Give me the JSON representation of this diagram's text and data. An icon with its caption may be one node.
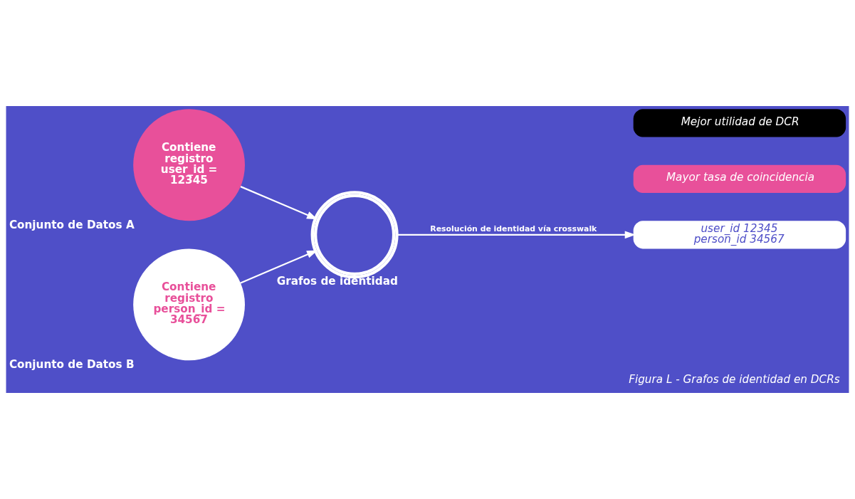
{
  "diagram": {
    "caption": "Figura L - Grafos de identidad en DCRs",
    "nodes": [
      {
        "text": [
          "Contiene registro user_id = 12345"
        ],
        "beside": [
          "Conjunto de Datos A"
        ]
      },
      {
        "text": [
          "Contiene registro person_id = 34567"
        ],
        "beside": [
          "Conjunto de Datos B"
        ]
      },
      {
        "text": [],
        "shape": "picture",
        "beside": [
          "Grafos de identidad"
        ]
      },
      {
        "text": [
          "user_id 12345",
          "person_id 34567"
        ]
      },
      {
        "text": [
          "Mayor tasa de coincidencia"
        ]
      },
      {
        "text": [
          "Mejor utilidad de DCR"
        ]
      }
    ],
    "edges": [
      {
        "from": 0,
        "to": 2,
        "arrow": "to"
      },
      {
        "from": 1,
        "to": 2,
        "arrow": "to"
      },
      {
        "from": 2,
        "to": 3,
        "arrow": "to",
        "label": "Resolución de identidad vía crosswalk"
      }
    ]
  }
}
